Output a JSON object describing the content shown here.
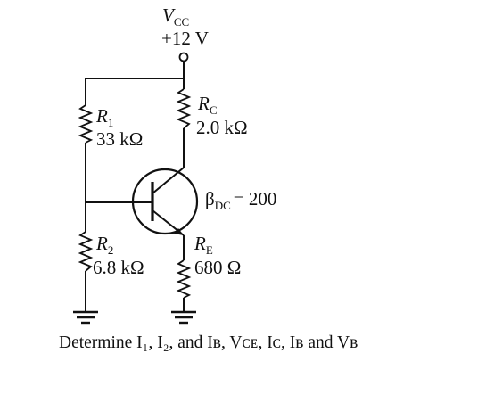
{
  "supply": {
    "symbol": "V",
    "subscript": "CC",
    "value": "+12 V"
  },
  "r1": {
    "symbol": "R",
    "subscript": "1",
    "value": "33 kΩ"
  },
  "r2": {
    "symbol": "R",
    "subscript": "2",
    "value": "6.8 kΩ"
  },
  "rc": {
    "symbol": "R",
    "subscript": "C",
    "value": "2.0 kΩ"
  },
  "re": {
    "symbol": "R",
    "subscript": "E",
    "value": "680 Ω"
  },
  "transistor": {
    "beta_symbol": "β",
    "beta_subscript": "DC",
    "beta_value": "= 200"
  },
  "question": {
    "text": "Determine I₁, I₂, and Iʙ, Vᴄᴇ, Iᴄ, Iʙ and Vʙ",
    "parts": [
      "Determine I",
      "1",
      ", I",
      "2",
      ", and I",
      "B",
      ", V",
      "CE",
      ", I",
      "C",
      ", I",
      "B",
      " and V",
      "B"
    ]
  }
}
